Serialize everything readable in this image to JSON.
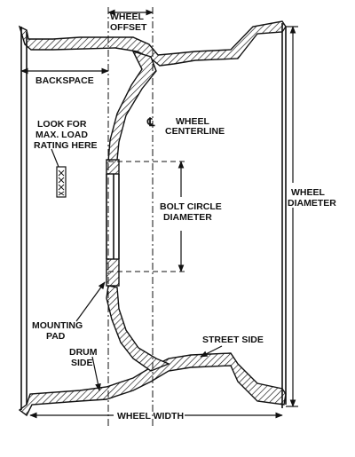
{
  "labels": {
    "wheel_offset_line1": "WHEEL",
    "wheel_offset_line2": "OFFSET",
    "backspace": "BACKSPACE",
    "look_for_line1": "LOOK FOR",
    "look_for_line2": "MAX. LOAD",
    "look_for_line3": "RATING HERE",
    "centerline_symbol": "℄",
    "wheel_centerline_line1": "WHEEL",
    "wheel_centerline_line2": "CENTERLINE",
    "bolt_circle_line1": "BOLT CIRCLE",
    "bolt_circle_line2": "DIAMETER",
    "wheel_diameter_line1": "WHEEL",
    "wheel_diameter_line2": "DIAMETER",
    "mounting_pad_line1": "MOUNTING",
    "mounting_pad_line2": "PAD",
    "drum_side_line1": "DRUM",
    "drum_side_line2": "SIDE",
    "street_side": "STREET SIDE",
    "wheel_width": "WHEEL WIDTH"
  }
}
